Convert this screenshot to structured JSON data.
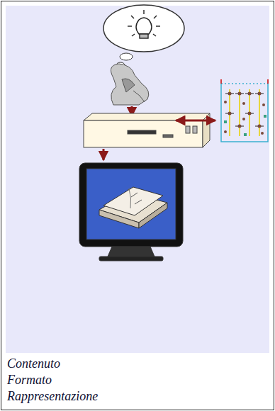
{
  "diagram": {
    "labels": [
      "Contenuto",
      "Formato",
      "Rappresentazione"
    ]
  }
}
